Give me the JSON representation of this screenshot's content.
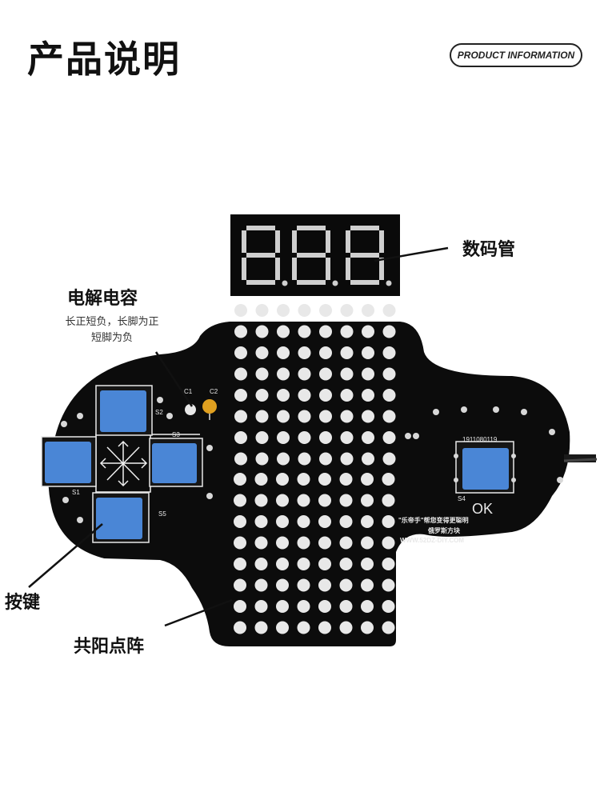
{
  "header": {
    "title": "产品说明",
    "badge": "PRODUCT INFORMATION"
  },
  "labels": {
    "display": "数码管",
    "capacitor": "电解电容",
    "capacitor_note_1": "长正短负，长脚为正",
    "capacitor_note_2": "短脚为负",
    "buttons": "按键",
    "matrix": "共阳点阵"
  },
  "board_text": {
    "s1": "S1",
    "s2": "S2",
    "s3": "S3",
    "s4": "S4",
    "s5": "S5",
    "c1": "C1",
    "c2": "C2",
    "code": "1911080119",
    "ok": "OK",
    "slogan": "\"乐帝手\"帮您变得更聪明",
    "game": "俄罗斯方块",
    "url": "WWW.52DZ-DIY.COM"
  },
  "colors": {
    "board": "#0c0c0c",
    "button_blue": "#4a86d6",
    "led_off": "#e8e8e8",
    "segment_off": "#cfcfcf"
  }
}
